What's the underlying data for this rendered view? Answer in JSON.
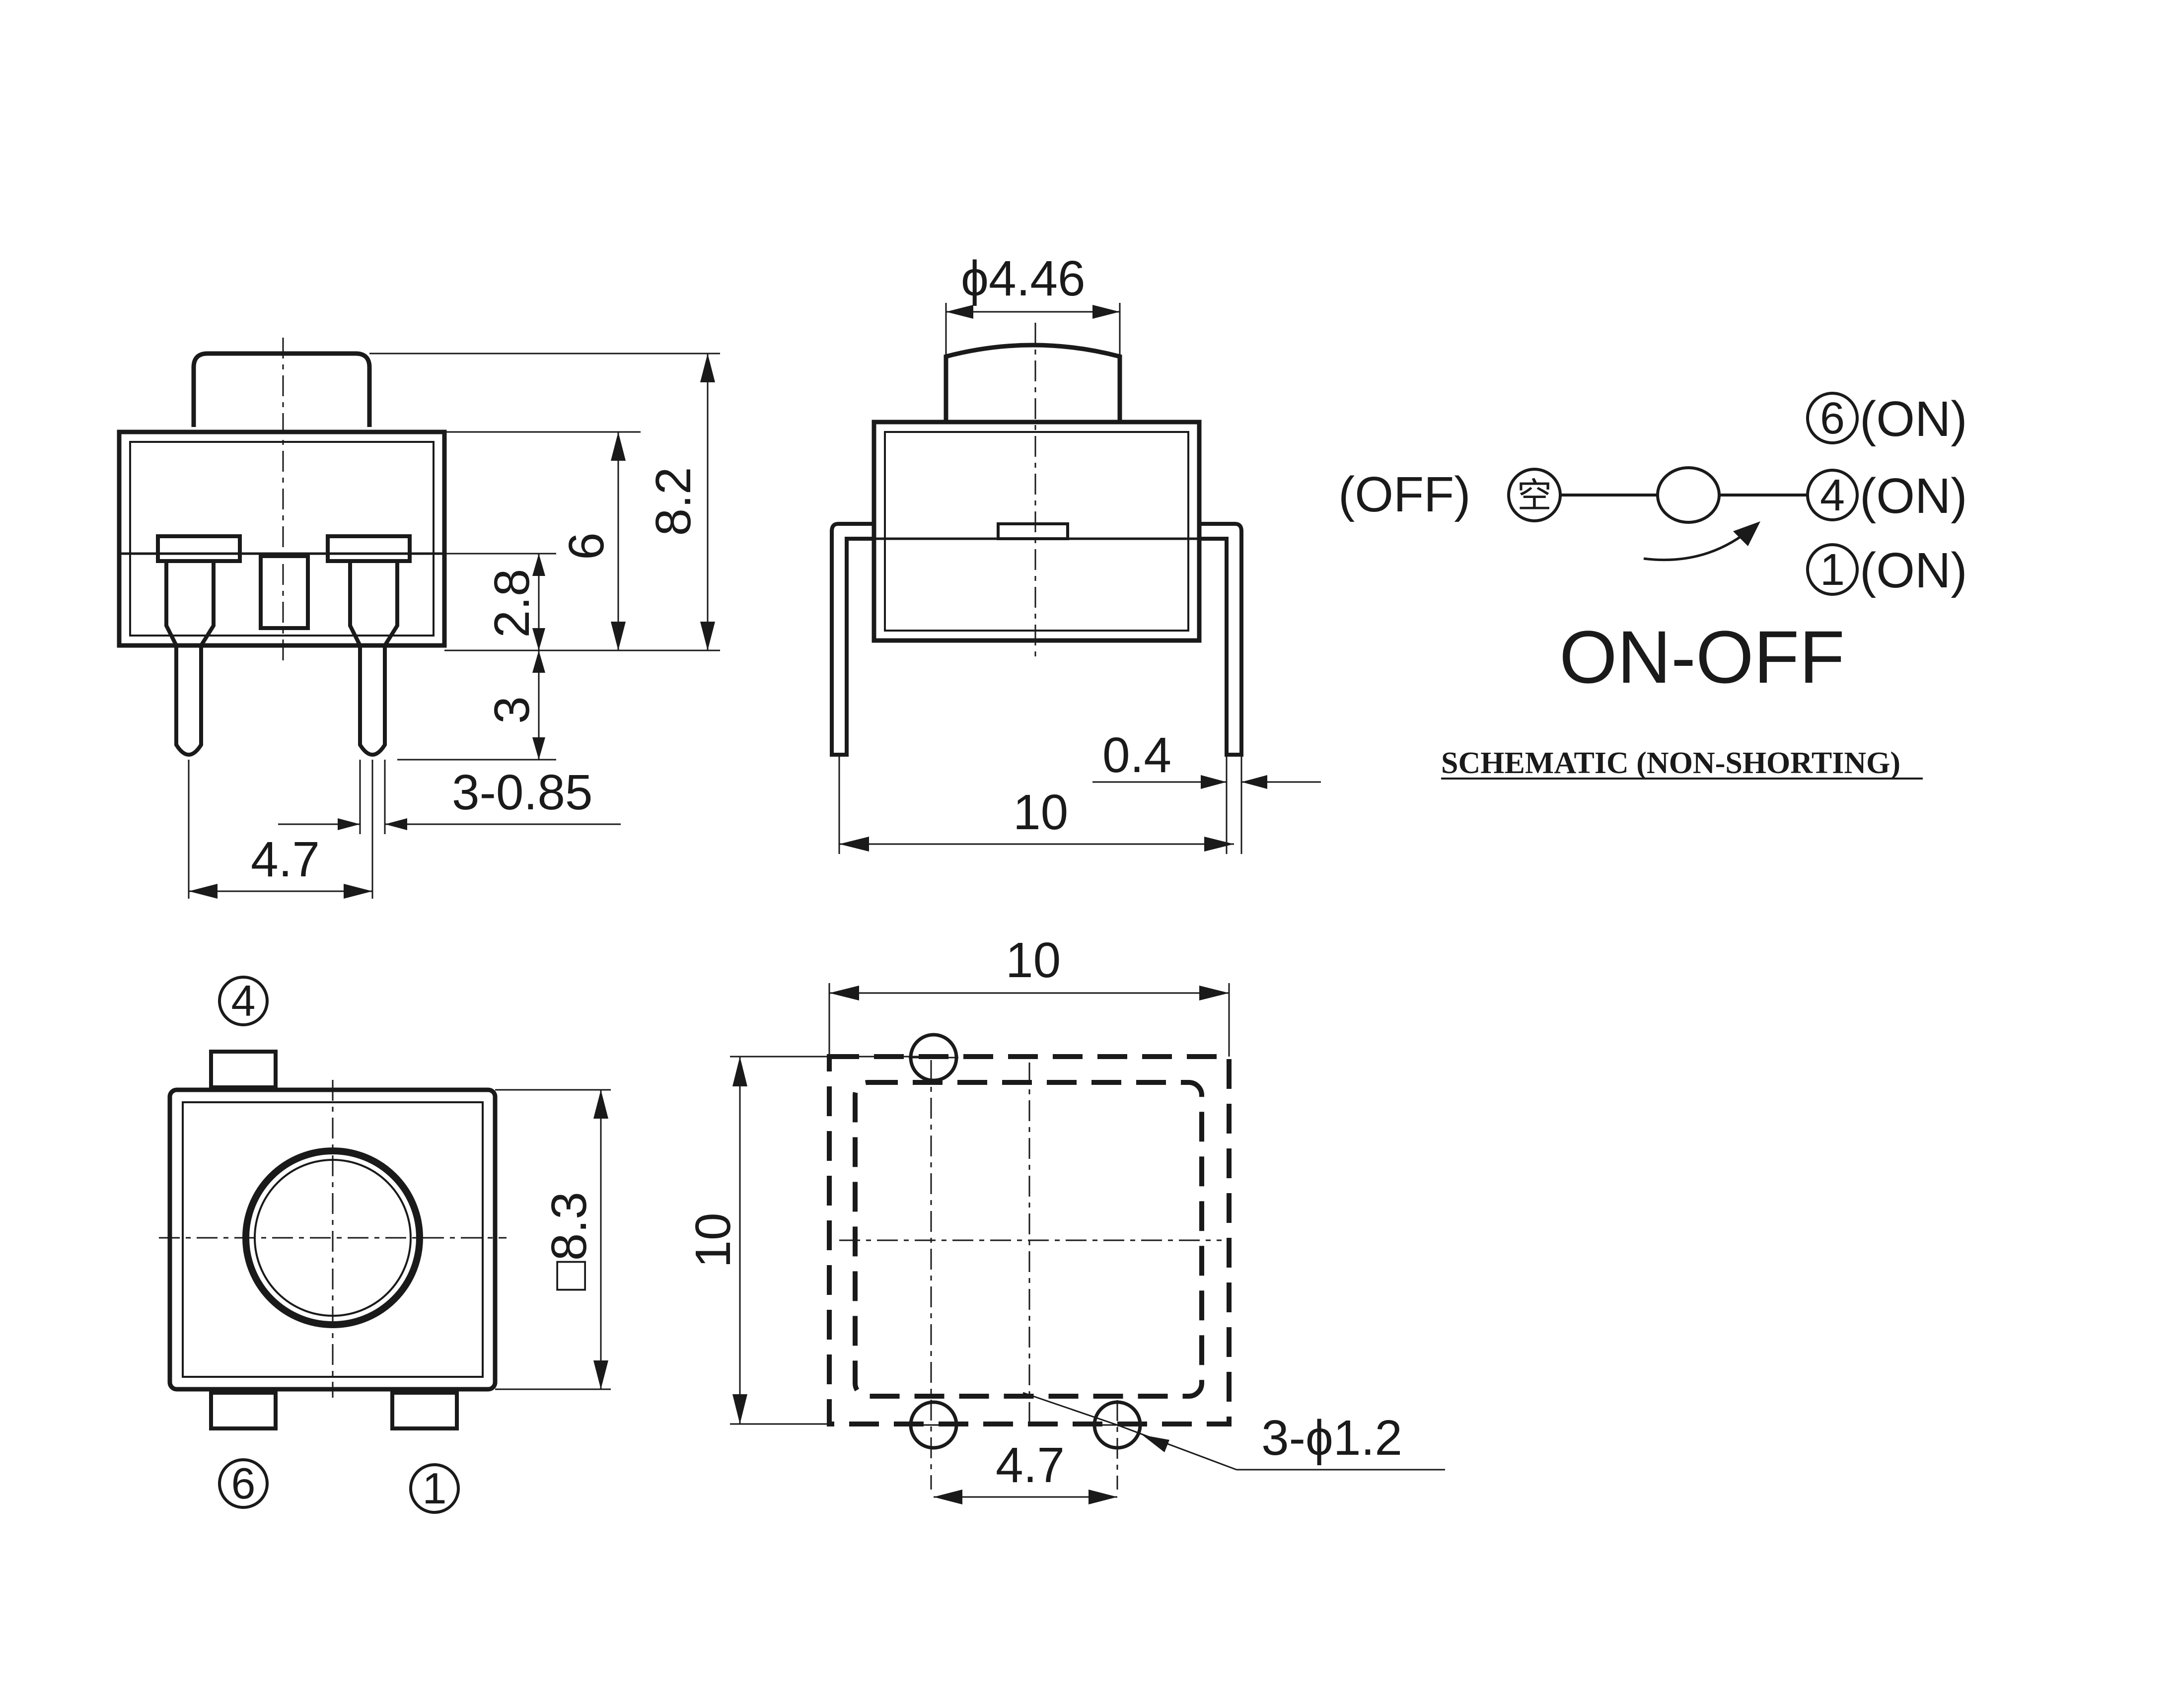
{
  "dimensions": {
    "total_height": "8.2",
    "body_height": "6",
    "pin_offset": "2.8",
    "pin_length": "3",
    "pin_width": "3-0.85",
    "pin_pitch": "4.7",
    "knob_diameter": "ϕ4.46",
    "lead_thickness": "0.4",
    "side_width": "10",
    "top_square": "□8.3",
    "footprint_width": "10",
    "footprint_height": "10",
    "hole_spec": "3-ϕ1.2",
    "hole_pitch": "4.7"
  },
  "pins": {
    "pin4": "4",
    "pin6": "6",
    "pin1": "1"
  },
  "schematic": {
    "off_label": "(OFF)",
    "off_symbol": "空",
    "pos6": "6",
    "pos4": "4",
    "pos1": "1",
    "on_label": "(ON)",
    "title": "ON-OFF",
    "caption": "SCHEMATIC (NON-SHORTING)"
  }
}
